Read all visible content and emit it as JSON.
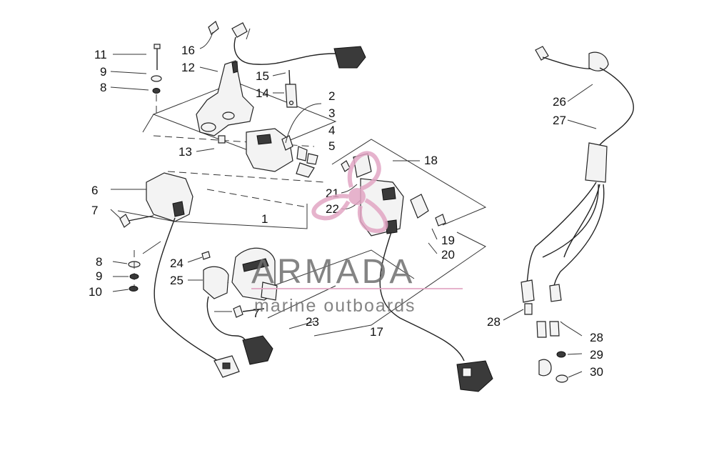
{
  "diagram": {
    "callouts": [
      {
        "id": "c11",
        "text": "11"
      },
      {
        "id": "c9a",
        "text": "9"
      },
      {
        "id": "c8a",
        "text": "8"
      },
      {
        "id": "c16",
        "text": "16"
      },
      {
        "id": "c12",
        "text": "12"
      },
      {
        "id": "c15",
        "text": "15"
      },
      {
        "id": "c14",
        "text": "14"
      },
      {
        "id": "c2",
        "text": "2"
      },
      {
        "id": "c3",
        "text": "3"
      },
      {
        "id": "c4",
        "text": "4"
      },
      {
        "id": "c5",
        "text": "5"
      },
      {
        "id": "c13",
        "text": "13"
      },
      {
        "id": "c18",
        "text": "18"
      },
      {
        "id": "c6",
        "text": "6"
      },
      {
        "id": "c21",
        "text": "21"
      },
      {
        "id": "c22",
        "text": "22"
      },
      {
        "id": "c7a",
        "text": "7"
      },
      {
        "id": "c1",
        "text": "1"
      },
      {
        "id": "c19",
        "text": "19"
      },
      {
        "id": "c20",
        "text": "20"
      },
      {
        "id": "c8b",
        "text": "8"
      },
      {
        "id": "c24",
        "text": "24"
      },
      {
        "id": "c9b",
        "text": "9"
      },
      {
        "id": "c25",
        "text": "25"
      },
      {
        "id": "c10",
        "text": "10"
      },
      {
        "id": "c7b",
        "text": "7"
      },
      {
        "id": "c23",
        "text": "23"
      },
      {
        "id": "c17",
        "text": "17"
      },
      {
        "id": "c26",
        "text": "26"
      },
      {
        "id": "c27",
        "text": "27"
      },
      {
        "id": "c28a",
        "text": "28"
      },
      {
        "id": "c28b",
        "text": "28"
      },
      {
        "id": "c29",
        "text": "29"
      },
      {
        "id": "c30",
        "text": "30"
      }
    ]
  },
  "watermark": {
    "brand": "ARMADA",
    "tagline": "marine outboards",
    "logo_color": "#e2a6c4",
    "text_color": "#6f6f6f"
  }
}
